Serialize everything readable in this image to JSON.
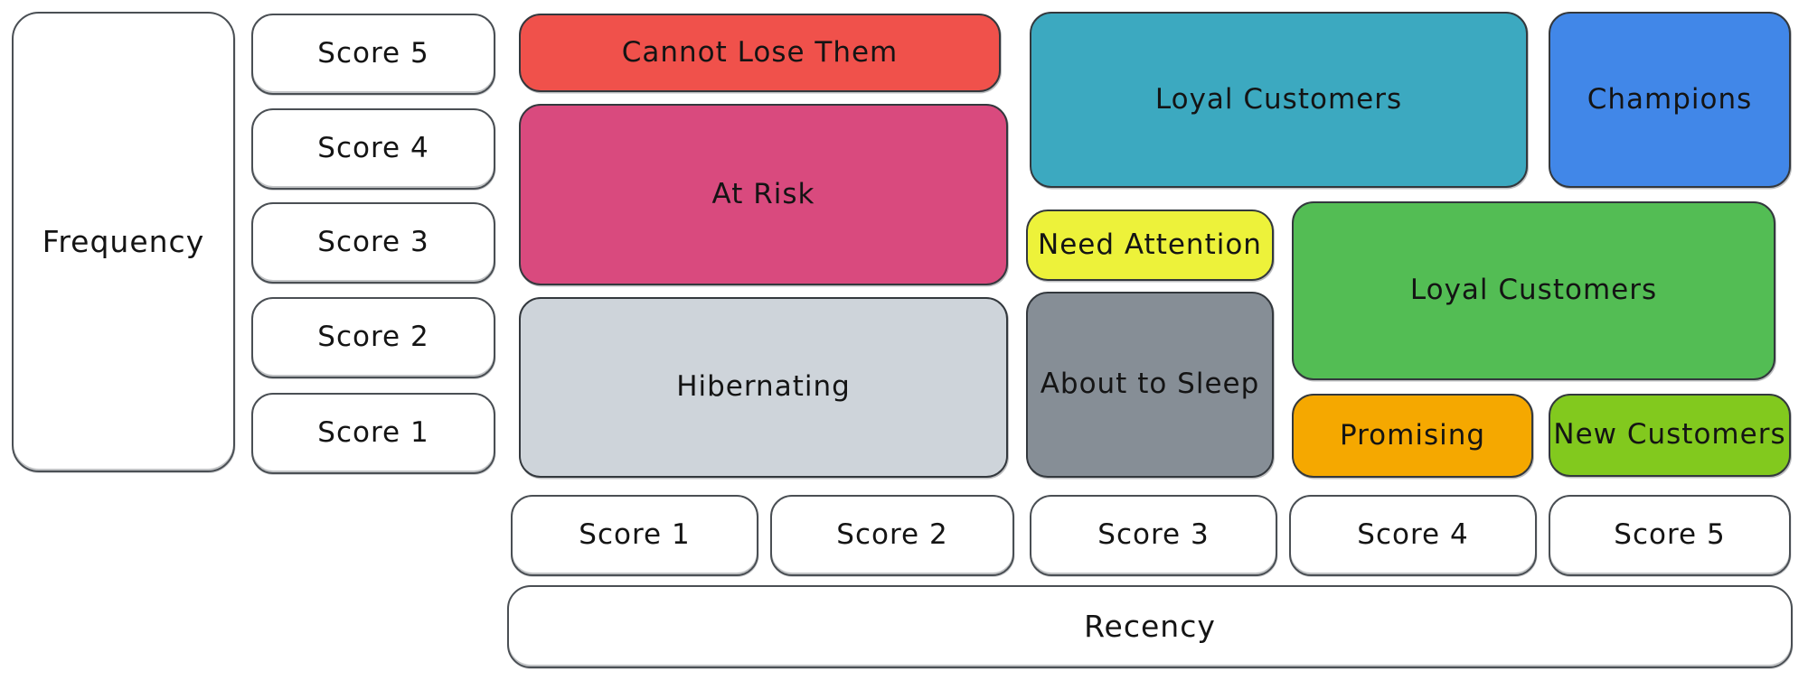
{
  "y_axis": {
    "label": "Frequency",
    "scores": [
      "Score 5",
      "Score 4",
      "Score 3",
      "Score 2",
      "Score 1"
    ]
  },
  "x_axis": {
    "label": "Recency",
    "scores": [
      "Score 1",
      "Score 2",
      "Score 3",
      "Score 4",
      "Score 5"
    ]
  },
  "segments": [
    {
      "label": "Cannot Lose Them",
      "color": "#f0514b",
      "frequency_span": "5",
      "recency_span": "1-2"
    },
    {
      "label": "At Risk",
      "color": "#d94a7e",
      "frequency_span": "3-4",
      "recency_span": "1-2"
    },
    {
      "label": "Hibernating",
      "color": "#ced4da",
      "frequency_span": "1-2",
      "recency_span": "1-2"
    },
    {
      "label": "Loyal Customers",
      "color": "#3ca9c0",
      "frequency_span": "4-5",
      "recency_span": "3-4"
    },
    {
      "label": "Champions",
      "color": "#4187e8",
      "frequency_span": "4-5",
      "recency_span": "5"
    },
    {
      "label": "Need Attention",
      "color": "#edf23a",
      "frequency_span": "3",
      "recency_span": "3"
    },
    {
      "label": "Loyal Customers",
      "color": "#53bd54",
      "frequency_span": "2-3",
      "recency_span": "4-5"
    },
    {
      "label": "About to Sleep",
      "color": "#868e96",
      "frequency_span": "1-2",
      "recency_span": "3"
    },
    {
      "label": "Promising",
      "color": "#f5a800",
      "frequency_span": "1",
      "recency_span": "4"
    },
    {
      "label": "New Customers",
      "color": "#82c91e",
      "frequency_span": "1",
      "recency_span": "5"
    }
  ],
  "style_colors": {
    "outline": "#33383d",
    "background": "#ffffff",
    "text": "#141414"
  }
}
